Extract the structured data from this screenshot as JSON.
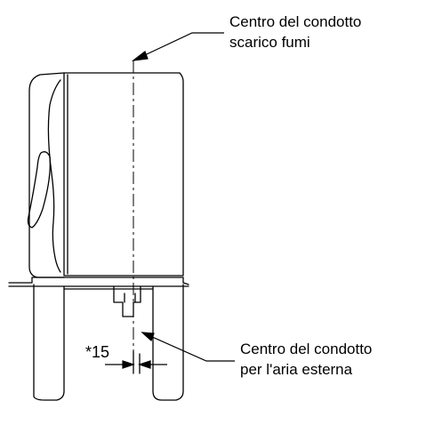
{
  "callouts": {
    "flue": {
      "line1": "Centro del condotto",
      "line2": "scarico fumi"
    },
    "air": {
      "line1": "Centro del condotto",
      "line2": "per l'aria esterna"
    }
  },
  "dimension": {
    "label": "*15"
  },
  "colors": {
    "stroke": "#000000",
    "background": "#ffffff"
  }
}
